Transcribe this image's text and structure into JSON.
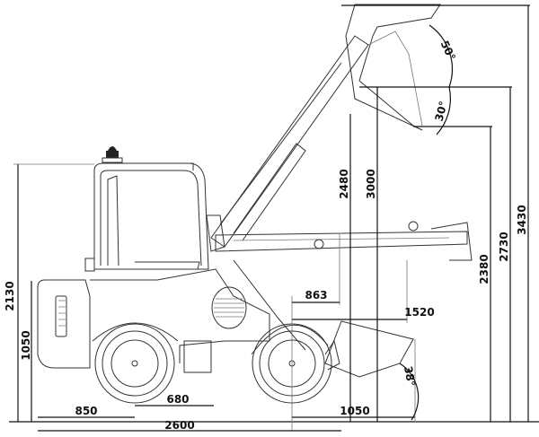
{
  "title": "Loader dimension drawing",
  "dimensions": {
    "overall_height_cab": "2130",
    "rear_height": "1050",
    "pin_height_low": "2480",
    "pin_height_high": "3000",
    "max_height": "3430",
    "dump_height_high": "2730",
    "dump_height": "2380",
    "reach_low": "863",
    "reach_high": "1520",
    "rear_overhang": "850",
    "wheel_to_mid": "680",
    "overall_length_base": "2600",
    "bucket_length": "1050"
  },
  "angles": {
    "rollback_top": "50°",
    "dump_angle": "30°",
    "rollback_ground": "38°"
  }
}
